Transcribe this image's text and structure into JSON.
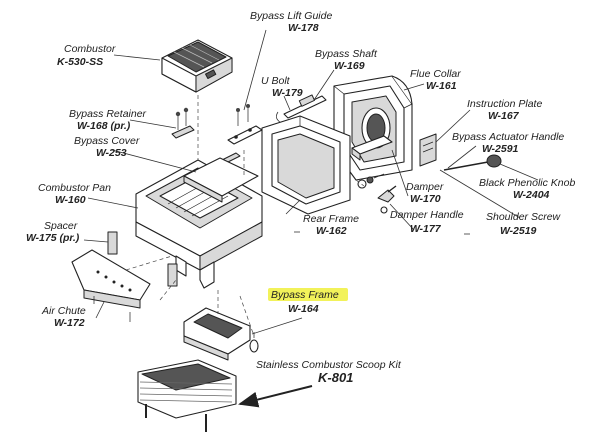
{
  "labels": {
    "bypass_lift_guide": {
      "name": "Bypass Lift Guide",
      "part": "W-178"
    },
    "combustor": {
      "name": "Combustor",
      "part": "K-530-SS"
    },
    "bypass_shaft": {
      "name": "Bypass Shaft",
      "part": "W-169"
    },
    "u_bolt": {
      "name": "U Bolt",
      "part": "W-179"
    },
    "flue_collar": {
      "name": "Flue Collar",
      "part": "W-161"
    },
    "bypass_retainer": {
      "name": "Bypass Retainer",
      "part": "W-168 (pr.)"
    },
    "instruction_plate": {
      "name": "Instruction Plate",
      "part": "W-167"
    },
    "bypass_cover": {
      "name": "Bypass Cover",
      "part": "W-253"
    },
    "bypass_actuator_handle": {
      "name": "Bypass Actuator Handle",
      "part": "W-2591"
    },
    "black_phenolic_knob": {
      "name": "Black Phenolic Knob",
      "part": "W-2404"
    },
    "combustor_pan": {
      "name": "Combustor Pan",
      "part": "W-160"
    },
    "damper": {
      "name": "Damper",
      "part": "W-170"
    },
    "shoulder_screw": {
      "name": "Shoulder Screw",
      "part": "W-2519"
    },
    "rear_frame": {
      "name": "Rear Frame",
      "part": "W-162"
    },
    "damper_handle": {
      "name": "Damper Handle",
      "part": "W-177"
    },
    "spacer": {
      "name": "Spacer",
      "part": "W-175 (pr.)"
    },
    "bypass_frame": {
      "name": "Bypass Frame",
      "part": "W-164"
    },
    "air_chute": {
      "name": "Air Chute",
      "part": "W-172"
    },
    "scoop_kit": {
      "name": "Stainless Combustor Scoop Kit",
      "part": "K-801"
    }
  },
  "colors": {
    "highlight": "#f2f25a",
    "line": "#333333",
    "background": "#ffffff"
  }
}
